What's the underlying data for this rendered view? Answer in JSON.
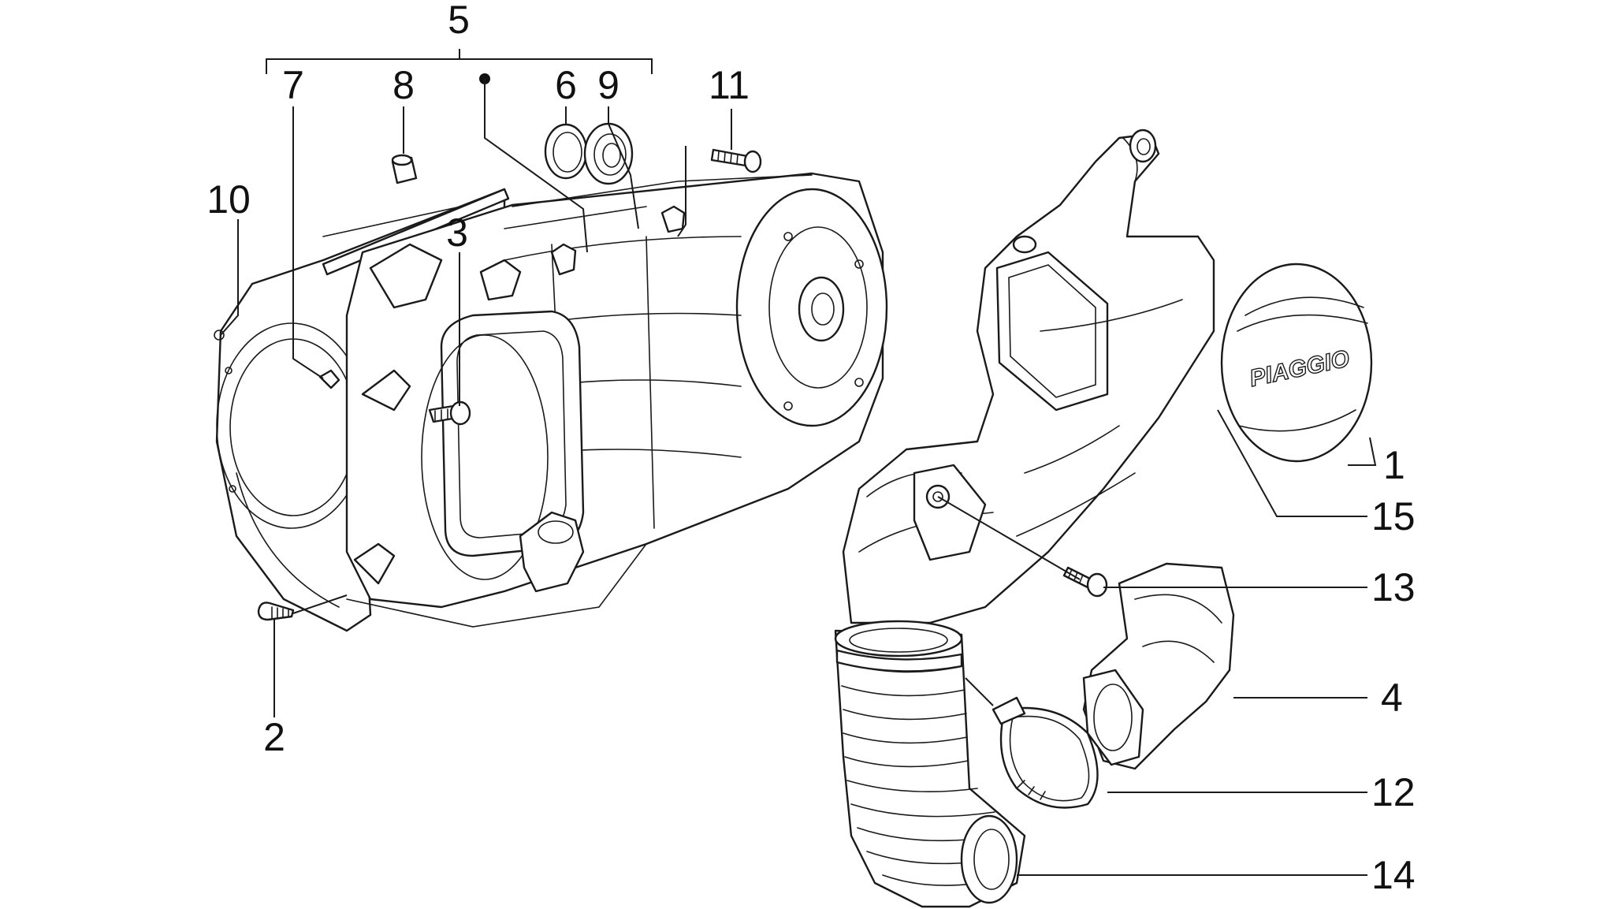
{
  "callouts": [
    {
      "id": "1",
      "text": "1"
    },
    {
      "id": "2",
      "text": "2"
    },
    {
      "id": "3",
      "text": "3"
    },
    {
      "id": "4",
      "text": "4"
    },
    {
      "id": "5",
      "text": "5"
    },
    {
      "id": "6",
      "text": "6"
    },
    {
      "id": "7",
      "text": "7"
    },
    {
      "id": "8",
      "text": "8"
    },
    {
      "id": "9",
      "text": "9"
    },
    {
      "id": "10",
      "text": "10"
    },
    {
      "id": "11",
      "text": "11"
    },
    {
      "id": "12",
      "text": "12"
    },
    {
      "id": "13",
      "text": "13"
    },
    {
      "id": "14",
      "text": "14"
    },
    {
      "id": "15",
      "text": "15"
    }
  ],
  "emblem": {
    "brand_text": "PIAGGIO"
  },
  "colors": {
    "line": "#1a1a1a",
    "background": "#ffffff"
  }
}
